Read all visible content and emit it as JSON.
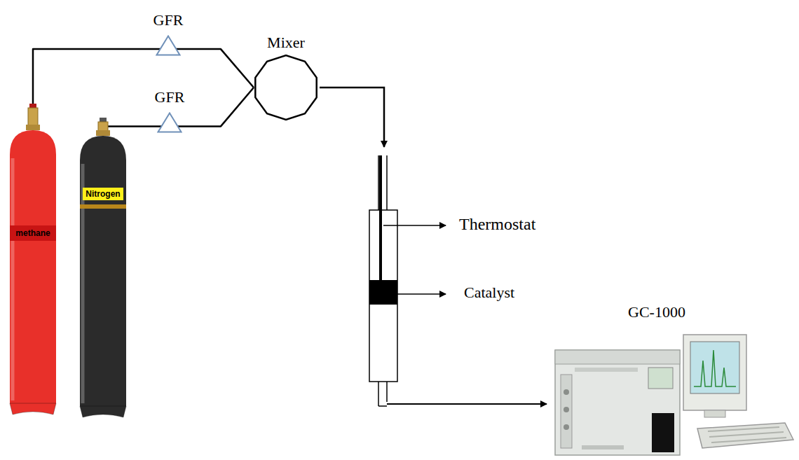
{
  "diagram": {
    "nodes": [
      {
        "text": [
          "methane"
        ]
      },
      {
        "text": [
          "Nitrogen"
        ]
      },
      {
        "text": [
          "GFR"
        ]
      },
      {
        "text": [
          "GFR"
        ]
      },
      {
        "text": [
          "Mixer"
        ]
      }
    ],
    "edges": [
      {
        "from": 0,
        "to": 2,
        "arrow": "none"
      },
      {
        "from": 1,
        "to": 3,
        "arrow": "none"
      },
      {
        "from": 2,
        "to": 4,
        "arrow": "none"
      },
      {
        "from": 3,
        "to": 4,
        "arrow": "none"
      }
    ],
    "labels": [
      "Thermostat",
      "Catalyst",
      "GC-1000"
    ]
  }
}
